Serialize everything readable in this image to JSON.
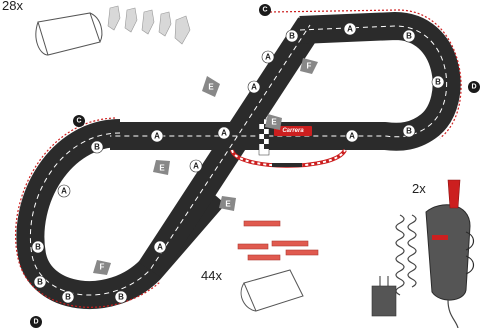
{
  "quantities": {
    "top_left": "28x",
    "bottom_middle": "44x",
    "controller": "2x"
  },
  "brand": {
    "name": "Carrera",
    "color": "#cc1f1f"
  },
  "colors": {
    "track": "#2b2b2b",
    "lane_marking": "#ffffff",
    "barrier": "#cc1f1f",
    "label_tag": "#888888",
    "support": "#e05a4f"
  },
  "track_piece_labels": [
    {
      "letter": "A"
    },
    {
      "letter": "A"
    },
    {
      "letter": "A"
    },
    {
      "letter": "A"
    },
    {
      "letter": "A"
    },
    {
      "letter": "A"
    },
    {
      "letter": "A"
    },
    {
      "letter": "A"
    },
    {
      "letter": "A"
    },
    {
      "letter": "B"
    },
    {
      "letter": "B"
    },
    {
      "letter": "B"
    },
    {
      "letter": "B"
    },
    {
      "letter": "B"
    },
    {
      "letter": "B"
    },
    {
      "letter": "B"
    },
    {
      "letter": "B"
    },
    {
      "letter": "B"
    }
  ],
  "piece_tags": [
    {
      "letter": "E"
    },
    {
      "letter": "E"
    },
    {
      "letter": "E"
    },
    {
      "letter": "E"
    },
    {
      "letter": "F"
    },
    {
      "letter": "F"
    }
  ],
  "corner_markers": [
    {
      "letter": "C"
    },
    {
      "letter": "C"
    },
    {
      "letter": "D"
    },
    {
      "letter": "D"
    }
  ],
  "icons": {
    "guard_rail": "guard-rail-icon",
    "border_clips": "border-clip-icon",
    "supports": "track-support-icon",
    "controller": "hand-controller-icon",
    "start_finish": "start-finish-icon"
  }
}
